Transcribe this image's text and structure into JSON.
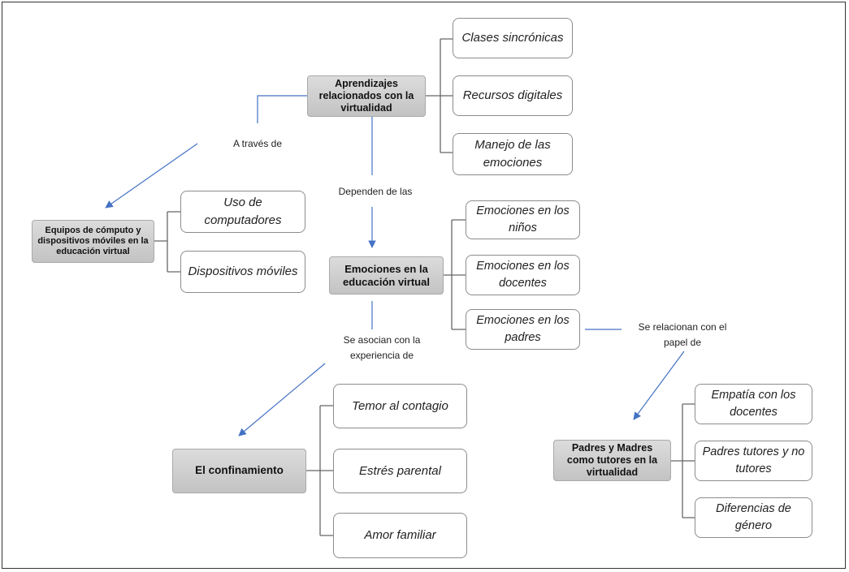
{
  "nodes": {
    "aprendizajes": "Aprendizajes relacionados con la virtualidad",
    "equipos": "Equipos de cómputo y dispositivos móviles en la educación virtual",
    "emociones": "Emociones en la educación virtual",
    "confinamiento": "El confinamiento",
    "padres_madres": "Padres y Madres como tutores en la virtualidad"
  },
  "leaves": {
    "clases": "Clases sincrónicas",
    "recursos": "Recursos digitales",
    "manejo": "Manejo de las emociones",
    "uso": "Uso de computadores",
    "dispositivos": "Dispositivos móviles",
    "em_ninos": "Emociones en los niños",
    "em_docentes": "Emociones en los docentes",
    "em_padres": "Emociones en los padres",
    "temor": "Temor al contagio",
    "estres": "Estrés parental",
    "amor": "Amor familiar",
    "empatia": "Empatía con los docentes",
    "tutores": "Padres tutores y no tutores",
    "diferencias": "Diferencias de género"
  },
  "connectors": {
    "a_traves": "A través de",
    "dependen": "Dependen de las",
    "asocian_1": "Se asocian con la",
    "asocian_2": "experiencia de",
    "relacionan_1": "Se relacionan con el",
    "relacionan_2": "papel de"
  },
  "colors": {
    "arrow": "#4472c4",
    "bracket": "#666666",
    "main_box": "#c8c8c8"
  }
}
